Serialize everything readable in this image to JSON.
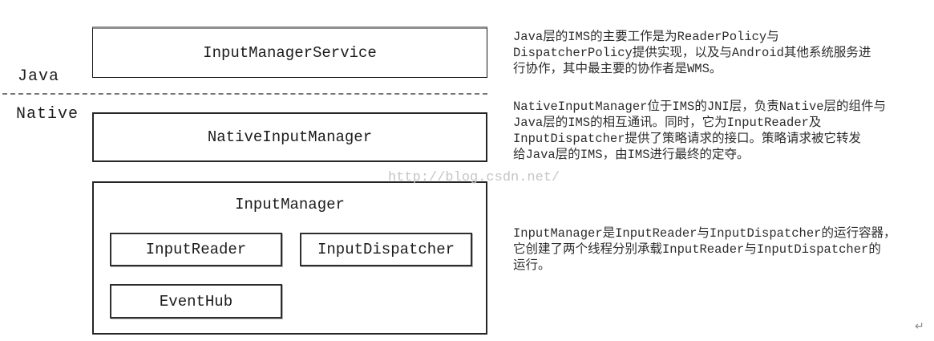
{
  "diagram": {
    "layers": {
      "java_label": "Java",
      "native_label": "Native"
    },
    "boxes": {
      "input_manager_service": "InputManagerService",
      "native_input_manager": "NativeInputManager",
      "input_manager": "InputManager",
      "input_reader": "InputReader",
      "input_dispatcher": "InputDispatcher",
      "event_hub": "EventHub"
    }
  },
  "annotations": {
    "ims_lines": [
      "Java层的IMS的主要工作是为ReaderPolicy与",
      "DispatcherPolicy提供实现，以及与Android其他系统服务进",
      "行协作，其中最主要的协作者是WMS。"
    ],
    "nim_lines": [
      "NativeInputManager位于IMS的JNI层，负责Native层的组件与",
      "Java层的IMS的相互通讯。同时，它为InputReader及",
      "InputDispatcher提供了策略请求的接口。策略请求被它转发",
      "给Java层的IMS，由IMS进行最终的定夺。"
    ],
    "im_lines": [
      "InputManager是InputReader与InputDispatcher的运行容器，",
      "它创建了两个线程分别承载InputReader与InputDispatcher的",
      "运行。"
    ]
  },
  "watermark_text": "http://blog.csdn.net/",
  "return_mark": "↵",
  "colors": {
    "background": "#ffffff",
    "box_border": "#262626",
    "box_top_shade": "#8e8e8e",
    "divider_gray": "#787878",
    "text": "#2d2d2d",
    "watermark_gray": "#c6c6c6"
  }
}
